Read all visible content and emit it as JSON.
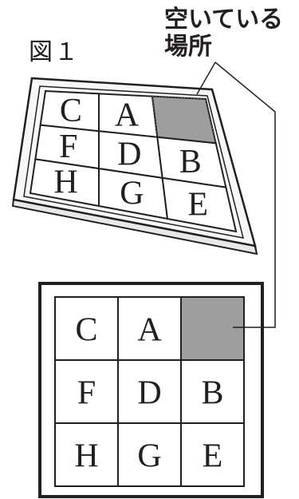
{
  "figure_label": "図１",
  "empty_label_line1": "空いている",
  "empty_label_line2": "場所",
  "grid": [
    [
      "C",
      "A",
      ""
    ],
    [
      "F",
      "D",
      "B"
    ],
    [
      "H",
      "G",
      "E"
    ]
  ],
  "empty_color": "#9e9e9e",
  "line_color": "#231f20"
}
